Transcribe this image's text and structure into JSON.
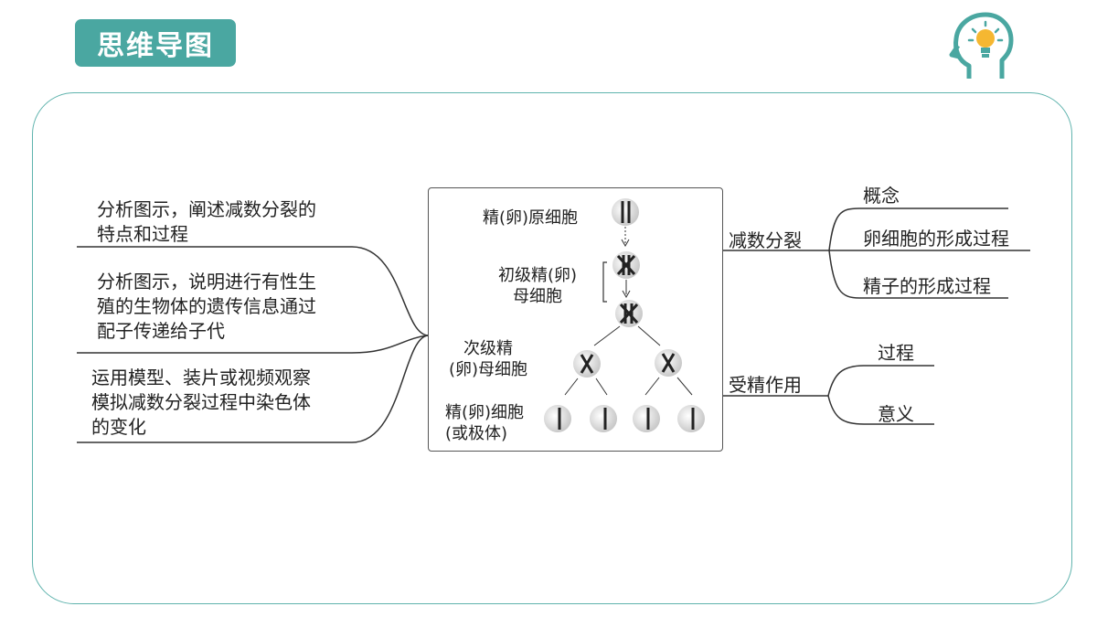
{
  "header": {
    "title": "思维导图"
  },
  "icons": {
    "head": "head-lightbulb-icon",
    "accent": "#4aa7a1"
  },
  "left_goals": [
    "分析图示，阐述减数分裂的\n特点和过程",
    "分析图示，说明进行有性生\n殖的生物体的遗传信息通过\n配子传递给子代",
    "运用模型、装片或视频观察\n模拟减数分裂过程中染色体\n的变化"
  ],
  "diagram": {
    "stages": [
      "精(卵)原细胞",
      "初级精(卵)\n母细胞",
      "次级精\n(卵)母细胞",
      "精(卵)细胞\n(或极体)"
    ]
  },
  "right_branches": [
    {
      "label": "减数分裂",
      "children": [
        "概念",
        "卵细胞的形成过程",
        "精子的形成过程"
      ]
    },
    {
      "label": "受精作用",
      "children": [
        "过程",
        "意义"
      ]
    }
  ]
}
